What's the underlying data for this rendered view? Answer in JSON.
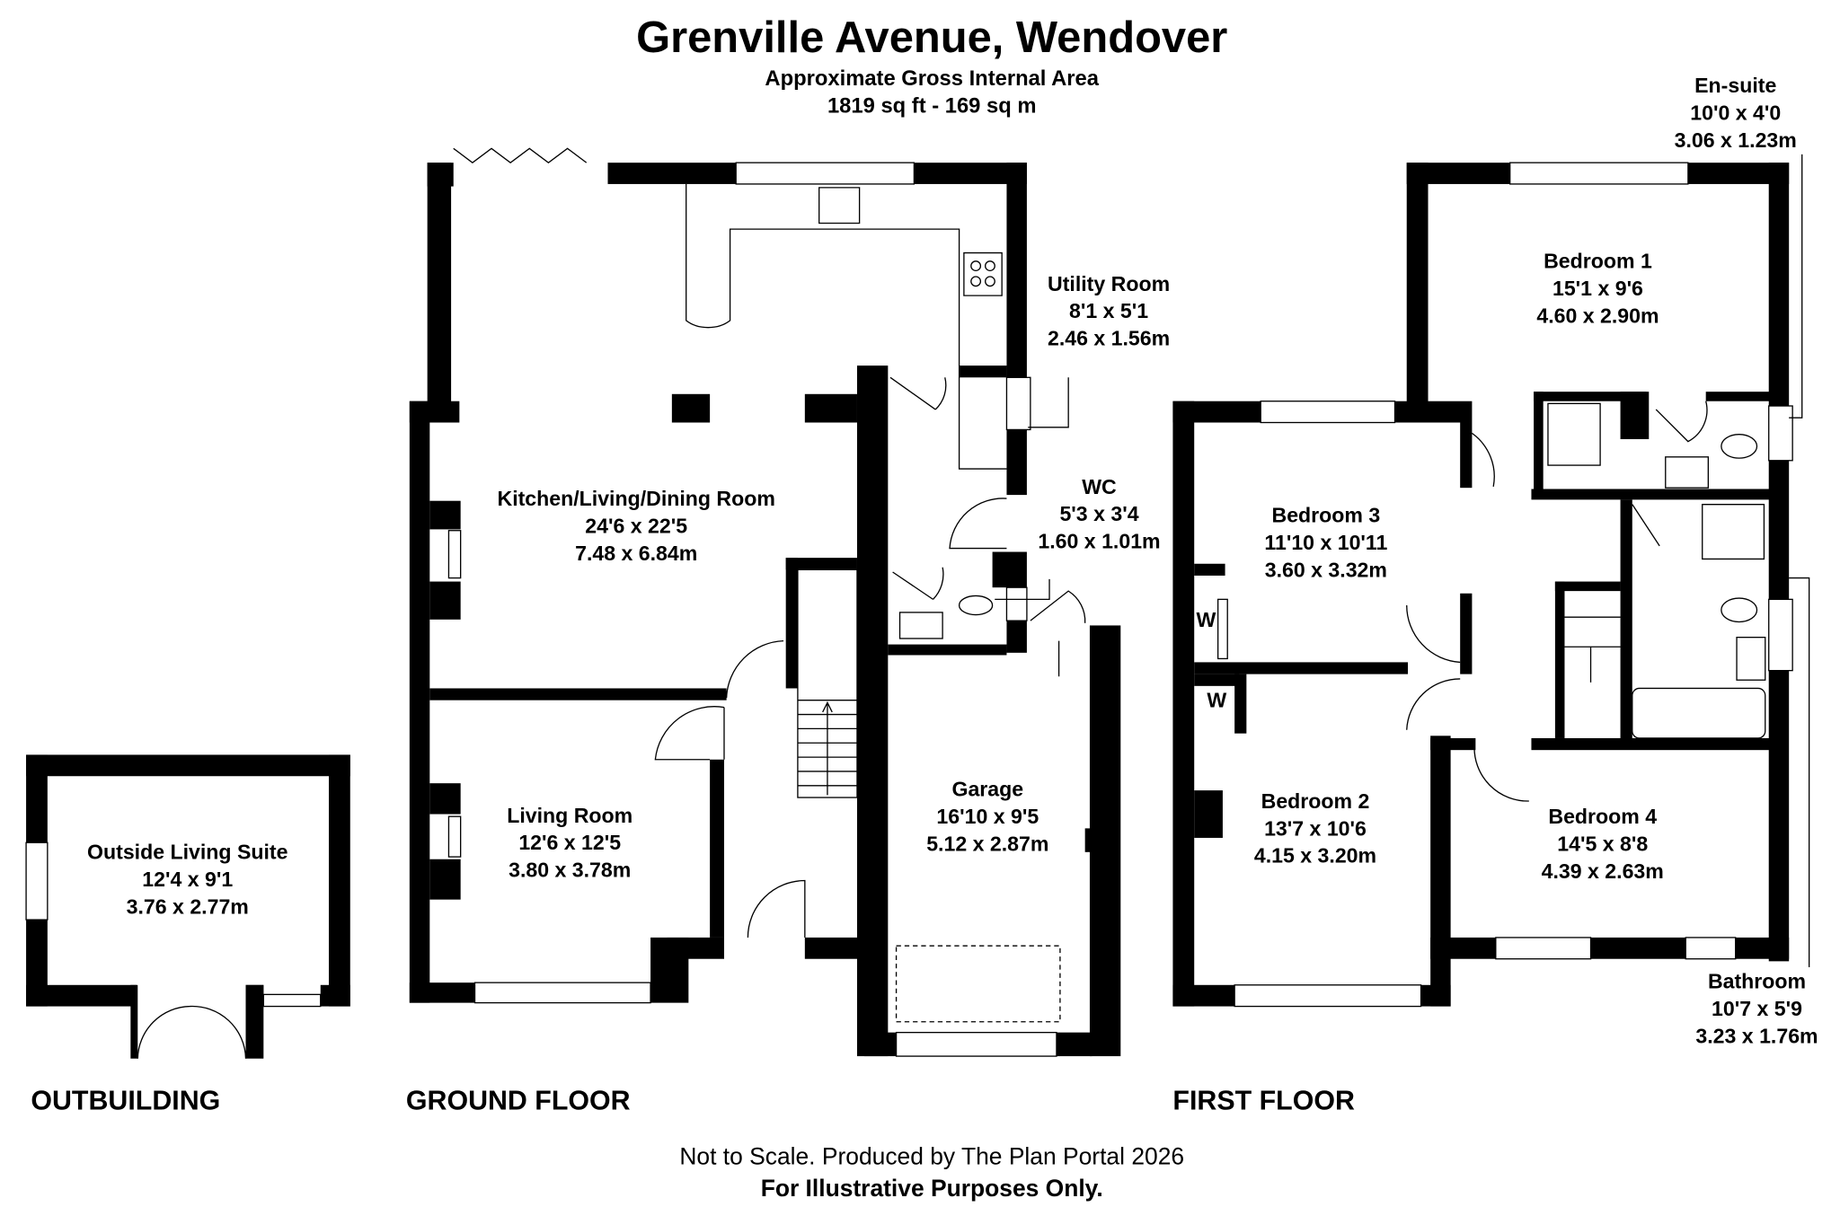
{
  "header": {
    "title": "Grenville Avenue, Wendover",
    "subtitle": "Approximate Gross Internal Area",
    "area": "1819 sq ft - 169 sq m"
  },
  "floors": {
    "outbuilding": "OUTBUILDING",
    "ground": "GROUND FLOOR",
    "first": "FIRST FLOOR"
  },
  "rooms": {
    "outside_living": {
      "name": "Outside Living Suite",
      "imperial": "12'4 x 9'1",
      "metric": "3.76 x 2.77m"
    },
    "kitchen": {
      "name": "Kitchen/Living/Dining Room",
      "imperial": "24'6 x 22'5",
      "metric": "7.48 x 6.84m"
    },
    "living": {
      "name": "Living Room",
      "imperial": "12'6 x 12'5",
      "metric": "3.80 x 3.78m"
    },
    "utility": {
      "name": "Utility Room",
      "imperial": "8'1 x 5'1",
      "metric": "2.46 x 1.56m"
    },
    "wc": {
      "name": "WC",
      "imperial": "5'3 x 3'4",
      "metric": "1.60 x 1.01m"
    },
    "garage": {
      "name": "Garage",
      "imperial": "16'10 x 9'5",
      "metric": "5.12 x 2.87m"
    },
    "bedroom1": {
      "name": "Bedroom 1",
      "imperial": "15'1 x 9'6",
      "metric": "4.60 x 2.90m"
    },
    "ensuite": {
      "name": "En-suite",
      "imperial": "10'0 x 4'0",
      "metric": "3.06 x 1.23m"
    },
    "bedroom3": {
      "name": "Bedroom 3",
      "imperial": "11'10 x 10'11",
      "metric": "3.60 x 3.32m"
    },
    "bedroom2": {
      "name": "Bedroom 2",
      "imperial": "13'7 x 10'6",
      "metric": "4.15 x 3.20m"
    },
    "bedroom4": {
      "name": "Bedroom 4",
      "imperial": "14'5 x 8'8",
      "metric": "4.39 x 2.63m"
    },
    "bathroom": {
      "name": "Bathroom",
      "imperial": "10'7 x 5'9",
      "metric": "3.23 x 1.76m"
    },
    "wardrobe_label": "W"
  },
  "footer": {
    "note": "Not to Scale. Produced by The Plan Portal 2026",
    "disclaimer": "For Illustrative Purposes Only."
  }
}
